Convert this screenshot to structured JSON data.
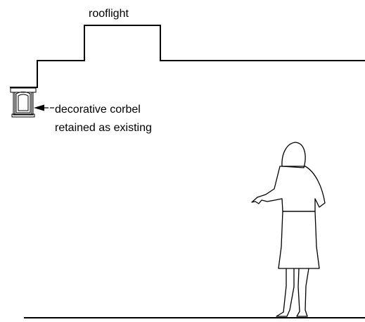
{
  "labels": {
    "rooflight": "rooflight",
    "corbel_line1": "decorative corbel",
    "corbel_line2": "retained as existing"
  },
  "colors": {
    "line": "#000000",
    "background": "#ffffff"
  }
}
